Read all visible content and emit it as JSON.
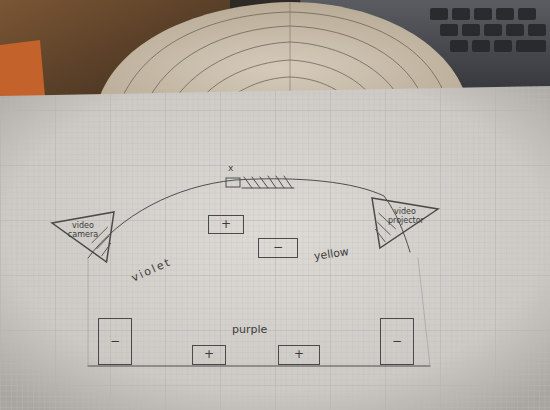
{
  "diagram": {
    "nodes": [
      {
        "text": [
          "video camera"
        ]
      },
      {
        "text": [
          "+"
        ]
      },
      {
        "text": [
          "video projector"
        ]
      },
      {
        "text": [
          "−"
        ]
      },
      {
        "text": [
          "−"
        ]
      },
      {
        "text": [
          "+"
        ]
      },
      {
        "text": [
          "+"
        ]
      },
      {
        "text": [
          "−"
        ]
      }
    ],
    "labels": [
      "x",
      "violet",
      "yellow",
      "purple"
    ]
  }
}
